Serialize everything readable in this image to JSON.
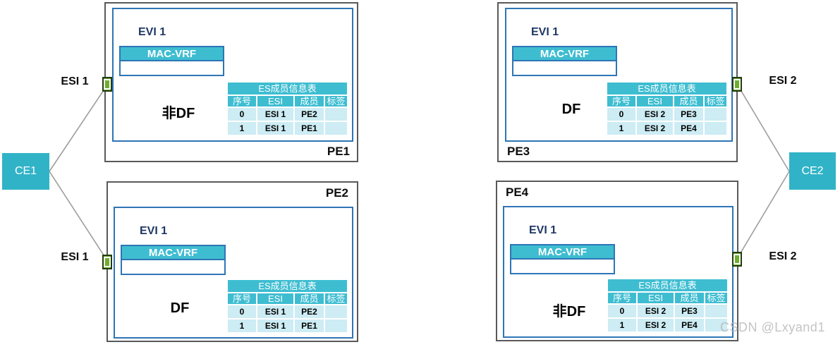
{
  "colors": {
    "teal": "#3EBDD1",
    "ce_teal": "#31B3C7",
    "light_row": "#CDECF4",
    "blue_border": "#2E75B6",
    "outer_border": "#595959",
    "navy_text": "#1F3864",
    "green_port": "#6FAE2B",
    "line_gray": "#9D9D9D",
    "watermark_gray": "#B5B5B5"
  },
  "watermark": "CSDN @Lxyand1",
  "ce_nodes": [
    {
      "label": "CE1"
    },
    {
      "label": "CE2"
    }
  ],
  "esi_labels": [
    {
      "label": "ESI 1",
      "position": "top-left"
    },
    {
      "label": "ESI 1",
      "position": "bottom-left"
    },
    {
      "label": "ESI 2",
      "position": "top-right"
    },
    {
      "label": "ESI 2",
      "position": "bottom-right"
    }
  ],
  "pe_boxes": [
    {
      "name": "PE1",
      "evi_label": "EVI 1",
      "mac_vrf_label": "MAC-VRF",
      "df_status": "非DF",
      "table": {
        "title": "ES成员信息表",
        "columns": [
          "序号",
          "ESI",
          "成员",
          "标签"
        ],
        "rows": [
          [
            "0",
            "ESI 1",
            "PE2",
            ""
          ],
          [
            "1",
            "ESI 1",
            "PE1",
            ""
          ]
        ]
      }
    },
    {
      "name": "PE2",
      "evi_label": "EVI 1",
      "mac_vrf_label": "MAC-VRF",
      "df_status": "DF",
      "table": {
        "title": "ES成员信息表",
        "columns": [
          "序号",
          "ESI",
          "成员",
          "标签"
        ],
        "rows": [
          [
            "0",
            "ESI 1",
            "PE2",
            ""
          ],
          [
            "1",
            "ESI 1",
            "PE1",
            ""
          ]
        ]
      }
    },
    {
      "name": "PE3",
      "evi_label": "EVI 1",
      "mac_vrf_label": "MAC-VRF",
      "df_status": "DF",
      "table": {
        "title": "ES成员信息表",
        "columns": [
          "序号",
          "ESI",
          "成员",
          "标签"
        ],
        "rows": [
          [
            "0",
            "ESI 2",
            "PE3",
            ""
          ],
          [
            "1",
            "ESI 2",
            "PE4",
            ""
          ]
        ]
      }
    },
    {
      "name": "PE4",
      "evi_label": "EVI 1",
      "mac_vrf_label": "MAC-VRF",
      "df_status": "非DF",
      "table": {
        "title": "ES成员信息表",
        "columns": [
          "序号",
          "ESI",
          "成员",
          "标签"
        ],
        "rows": [
          [
            "0",
            "ESI 2",
            "PE3",
            ""
          ],
          [
            "1",
            "ESI 2",
            "PE4",
            ""
          ]
        ]
      }
    }
  ]
}
